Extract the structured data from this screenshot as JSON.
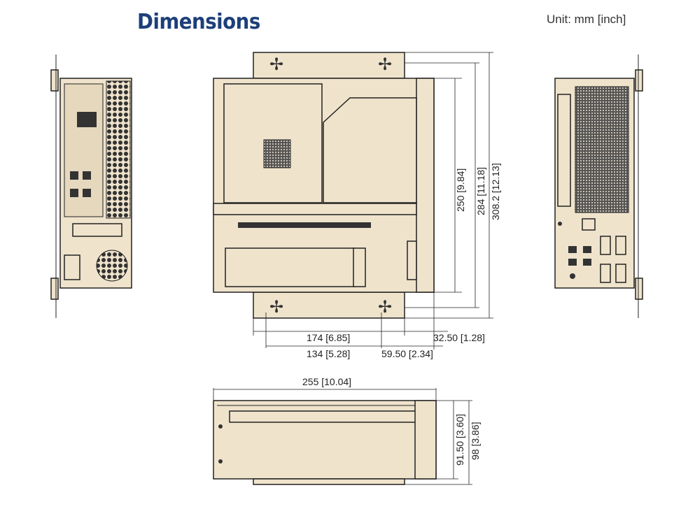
{
  "header": {
    "title": "Dimensions",
    "unit": "Unit: mm [inch]"
  },
  "top_view": {
    "dims": {
      "height_250": "250 [9.84]",
      "height_284": "284 [11.18]",
      "height_308": "308.2 [12.13]",
      "width_174": "174 [6.85]",
      "width_134": "134 [5.28]",
      "offset_32": "32.50 [1.28]",
      "offset_59": "59.50 [2.34]"
    }
  },
  "side_view": {
    "dims": {
      "length_255": "255 [10.04]",
      "height_91": "91.50 [3.60]",
      "height_98": "98 [3.86]"
    }
  },
  "colors": {
    "title": "#1d3f7a",
    "chassis": "#efe3cc"
  }
}
